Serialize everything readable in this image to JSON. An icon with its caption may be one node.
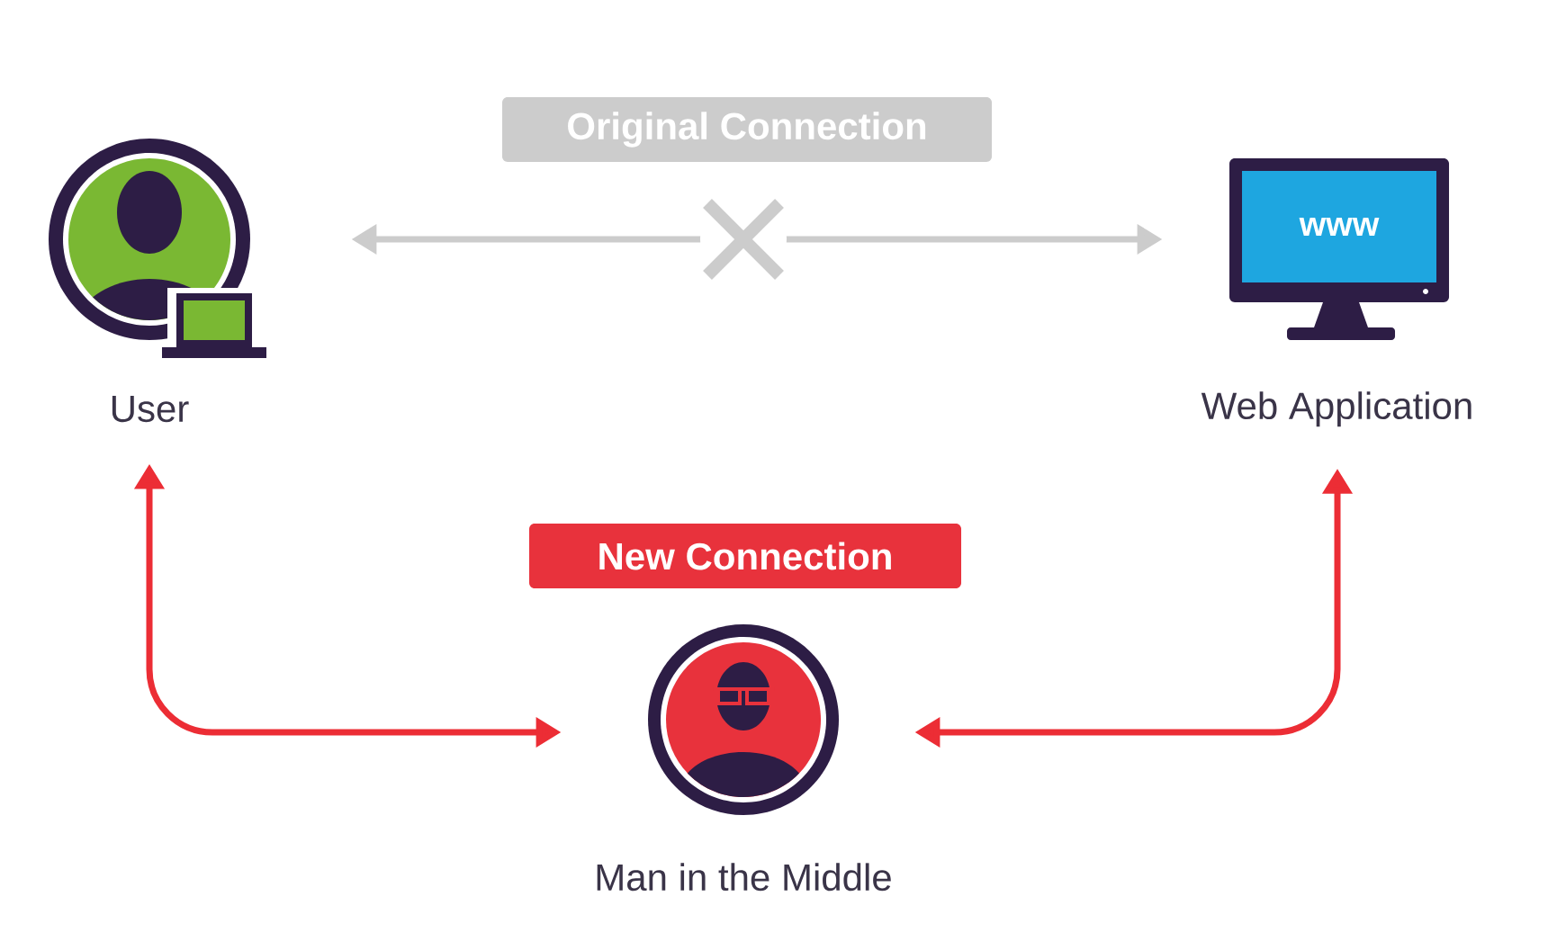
{
  "diagram": {
    "nodes": [
      {
        "text": [
          "User"
        ]
      },
      {
        "text": [
          "Web Application"
        ]
      },
      {
        "text": [
          "Man in the Middle"
        ]
      }
    ],
    "edges": [
      {
        "from": 0,
        "to": 1,
        "arrow": "both",
        "label": "Original Connection",
        "color": "#cccccc"
      },
      {
        "from": 0,
        "to": 2,
        "arrow": "both"
      },
      {
        "from": 2,
        "to": 1,
        "arrow": "both"
      }
    ],
    "labels": [
      "www",
      "New Connection"
    ]
  }
}
